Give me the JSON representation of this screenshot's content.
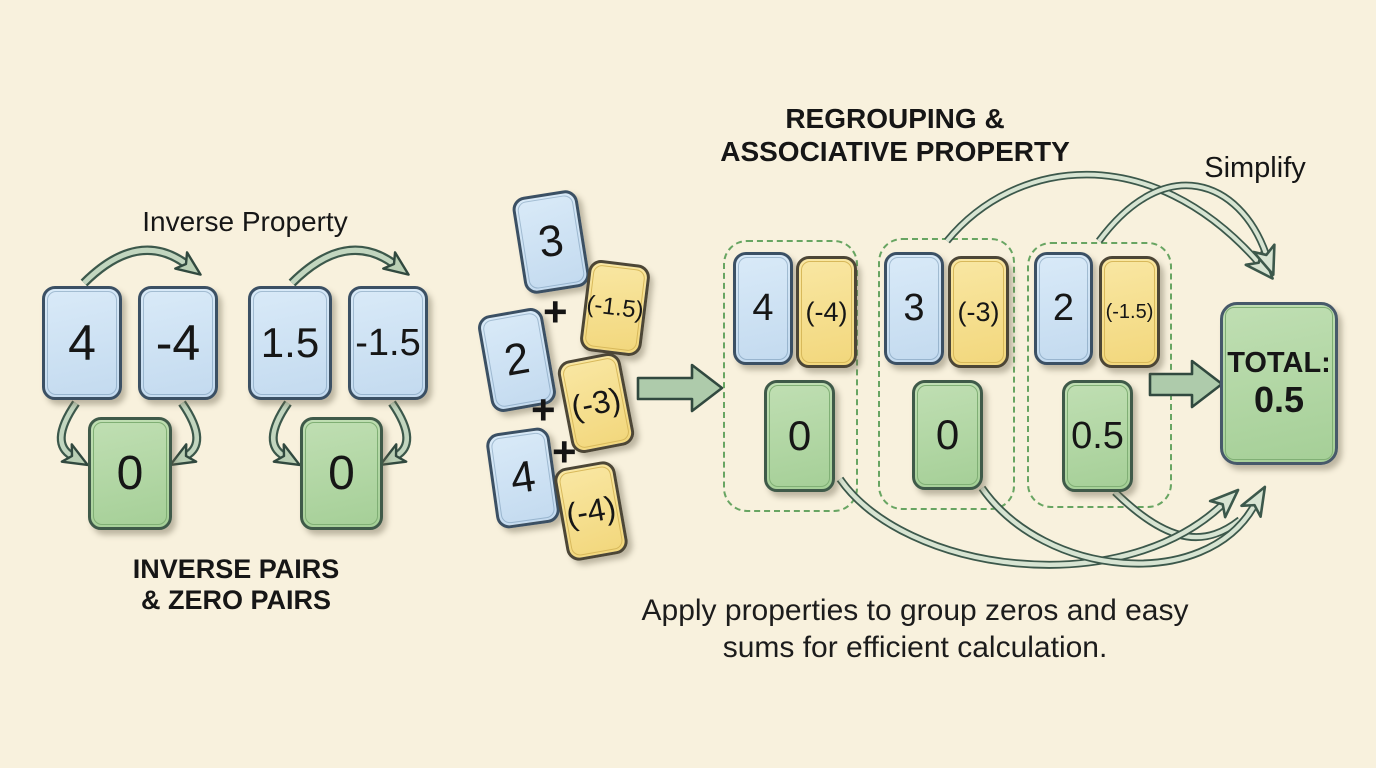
{
  "colors": {
    "background": "#f8f1dd",
    "card_blue": "#c9def1",
    "card_yellow": "#f6de8d",
    "card_green": "#aed3a2",
    "arrow_fill": "#aecbab",
    "arrow_outline": "#31493f",
    "dashed_box_green": "#68a562"
  },
  "left": {
    "title": "Inverse Property",
    "pair1": {
      "a": "4",
      "b": "-4",
      "zero": "0"
    },
    "pair2": {
      "a": "1.5",
      "b": "-1.5",
      "zero": "0"
    },
    "caption_line1": "INVERSE PAIRS",
    "caption_line2": "& ZERO PAIRS"
  },
  "middle": {
    "card_blue_3": "3",
    "card_yellow_neg15": "(-1.5)",
    "card_blue_2": "2",
    "card_yellow_neg3": "(-3)",
    "card_blue_4": "4",
    "card_yellow_neg4": "(-4)",
    "plus": "+"
  },
  "right": {
    "title_line1": "REGROUPING &",
    "title_line2": "ASSOCIATIVE PROPERTY",
    "simplify_label": "Simplify",
    "group1": {
      "a": "4",
      "b": "(-4)",
      "result": "0"
    },
    "group2": {
      "a": "3",
      "b": "(-3)",
      "result": "0"
    },
    "group3": {
      "a": "2",
      "b": "(-1.5)",
      "result": "0.5"
    },
    "total_label": "TOTAL:",
    "total_value": "0.5"
  },
  "footer": {
    "line1": "Apply properties to group zeros and easy",
    "line2": "sums for efficient calculation."
  }
}
